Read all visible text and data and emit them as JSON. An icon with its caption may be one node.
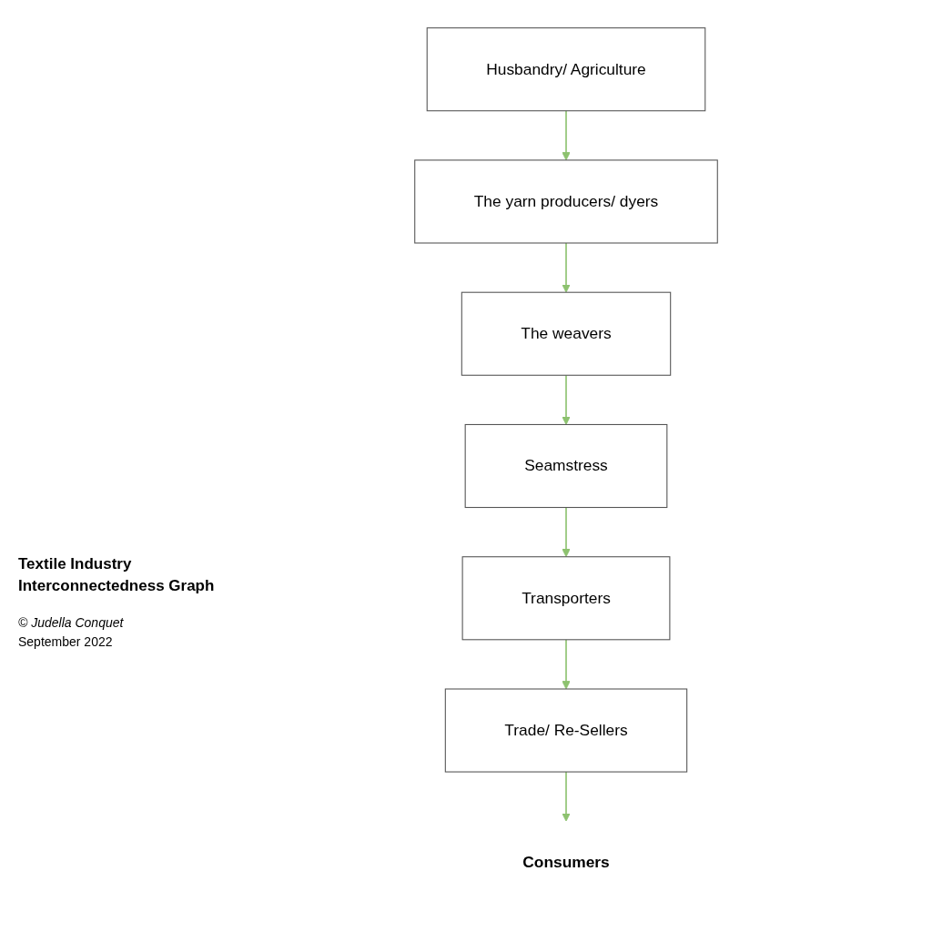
{
  "diagram": {
    "title": "Textile Industry Interconnectedness Graph",
    "nodes": [
      {
        "text": [
          "Husbandry/ Agriculture"
        ]
      },
      {
        "text": [
          "The yarn producers/ dyers"
        ]
      },
      {
        "text": [
          "The weavers"
        ]
      },
      {
        "text": [
          "Seamstress"
        ]
      },
      {
        "text": [
          "Transporters"
        ]
      },
      {
        "text": [
          "Trade/ Re-Sellers"
        ]
      },
      {
        "text": [
          "Consumers"
        ]
      }
    ],
    "edges": [
      {
        "from": 0,
        "to": 1,
        "arrow": "to"
      },
      {
        "from": 1,
        "to": 2,
        "arrow": "to"
      },
      {
        "from": 2,
        "to": 3,
        "arrow": "to"
      },
      {
        "from": 3,
        "to": 4,
        "arrow": "to"
      },
      {
        "from": 4,
        "to": 5,
        "arrow": "to"
      },
      {
        "from": 5,
        "to": 6,
        "arrow": "to"
      }
    ],
    "labels": [
      "© Judella Conquet",
      "September 2022"
    ]
  }
}
